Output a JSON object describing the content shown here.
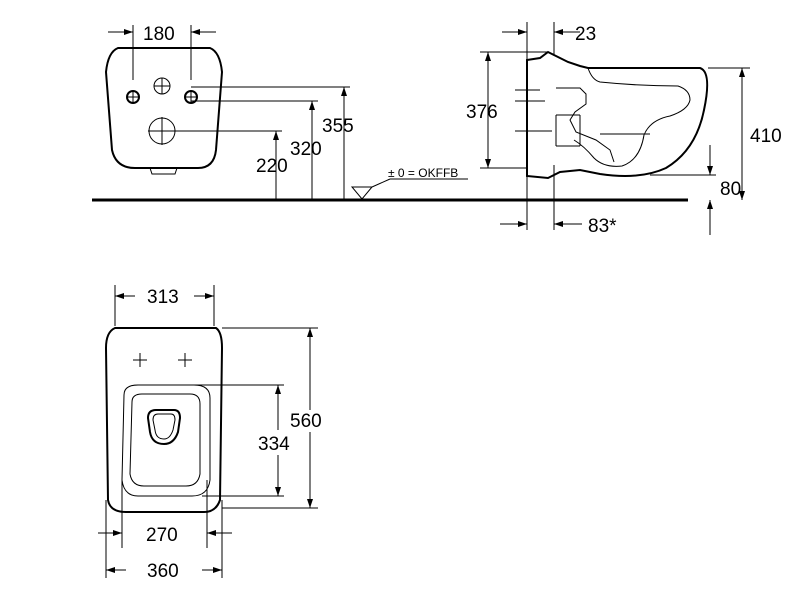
{
  "front_view": {
    "dim_width_holes": "180",
    "dim_height_355": "355",
    "dim_height_320": "320",
    "dim_height_220": "220",
    "floor_label": "± 0 = OKFFB"
  },
  "side_view": {
    "dim_23": "23",
    "dim_376": "376",
    "dim_410": "410",
    "dim_80": "80",
    "dim_83": "83*"
  },
  "top_view": {
    "dim_313": "313",
    "dim_560": "560",
    "dim_334": "334",
    "dim_270": "270",
    "dim_360": "360"
  }
}
